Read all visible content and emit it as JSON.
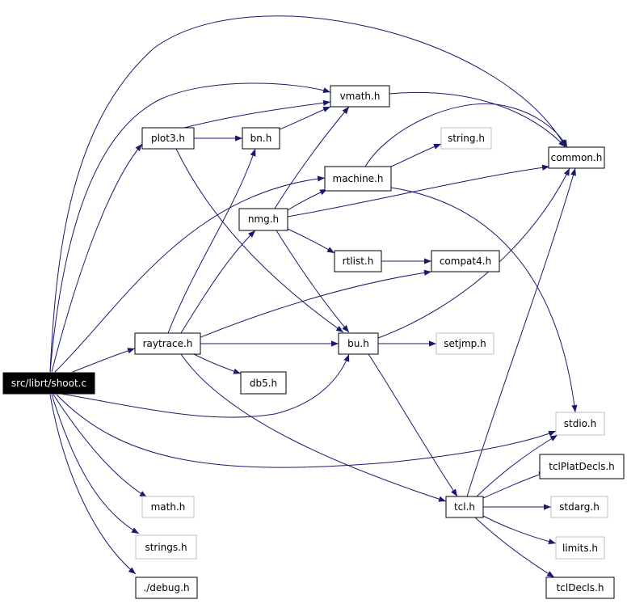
{
  "colors": {
    "edge": "#191970",
    "node_border": "#000000",
    "missing_border": "#bfbfbf",
    "root_fill": "#000000",
    "root_text": "#ffffff"
  },
  "nodes": {
    "shoot": {
      "label": "src/librt/shoot.c",
      "kind": "root"
    },
    "vmath": {
      "label": "vmath.h",
      "kind": "normal"
    },
    "plot3": {
      "label": "plot3.h",
      "kind": "normal"
    },
    "bn": {
      "label": "bn.h",
      "kind": "normal"
    },
    "string": {
      "label": "string.h",
      "kind": "missing"
    },
    "common": {
      "label": "common.h",
      "kind": "normal"
    },
    "machine": {
      "label": "machine.h",
      "kind": "normal"
    },
    "nmg": {
      "label": "nmg.h",
      "kind": "normal"
    },
    "rtlist": {
      "label": "rtlist.h",
      "kind": "normal"
    },
    "compat4": {
      "label": "compat4.h",
      "kind": "normal"
    },
    "raytrace": {
      "label": "raytrace.h",
      "kind": "normal"
    },
    "bu": {
      "label": "bu.h",
      "kind": "normal"
    },
    "setjmp": {
      "label": "setjmp.h",
      "kind": "missing"
    },
    "db5": {
      "label": "db5.h",
      "kind": "normal"
    },
    "stdio": {
      "label": "stdio.h",
      "kind": "missing"
    },
    "tclPlatDecls": {
      "label": "tclPlatDecls.h",
      "kind": "normal"
    },
    "math": {
      "label": "math.h",
      "kind": "missing"
    },
    "tcl": {
      "label": "tcl.h",
      "kind": "normal"
    },
    "stdarg": {
      "label": "stdarg.h",
      "kind": "missing"
    },
    "strings": {
      "label": "strings.h",
      "kind": "missing"
    },
    "limits": {
      "label": "limits.h",
      "kind": "missing"
    },
    "debug": {
      "label": "./debug.h",
      "kind": "normal"
    },
    "tclDecls": {
      "label": "tclDecls.h",
      "kind": "normal"
    }
  },
  "edges": [
    [
      "shoot",
      "common"
    ],
    [
      "shoot",
      "vmath"
    ],
    [
      "shoot",
      "plot3"
    ],
    [
      "shoot",
      "machine"
    ],
    [
      "shoot",
      "raytrace"
    ],
    [
      "shoot",
      "bu"
    ],
    [
      "shoot",
      "stdio"
    ],
    [
      "shoot",
      "math"
    ],
    [
      "shoot",
      "strings"
    ],
    [
      "shoot",
      "debug"
    ],
    [
      "plot3",
      "vmath"
    ],
    [
      "plot3",
      "bn"
    ],
    [
      "plot3",
      "bu"
    ],
    [
      "bn",
      "vmath"
    ],
    [
      "vmath",
      "common"
    ],
    [
      "machine",
      "string"
    ],
    [
      "machine",
      "common"
    ],
    [
      "machine",
      "stdio"
    ],
    [
      "nmg",
      "vmath"
    ],
    [
      "nmg",
      "machine"
    ],
    [
      "nmg",
      "common"
    ],
    [
      "nmg",
      "rtlist"
    ],
    [
      "nmg",
      "bu"
    ],
    [
      "rtlist",
      "compat4"
    ],
    [
      "raytrace",
      "bn"
    ],
    [
      "raytrace",
      "nmg"
    ],
    [
      "raytrace",
      "compat4"
    ],
    [
      "raytrace",
      "bu"
    ],
    [
      "raytrace",
      "db5"
    ],
    [
      "raytrace",
      "tcl"
    ],
    [
      "bu",
      "common"
    ],
    [
      "bu",
      "setjmp"
    ],
    [
      "bu",
      "tcl"
    ],
    [
      "tcl",
      "common"
    ],
    [
      "tcl",
      "stdio"
    ],
    [
      "tcl",
      "tclPlatDecls"
    ],
    [
      "tcl",
      "stdarg"
    ],
    [
      "tcl",
      "limits"
    ],
    [
      "tcl",
      "tclDecls"
    ]
  ]
}
